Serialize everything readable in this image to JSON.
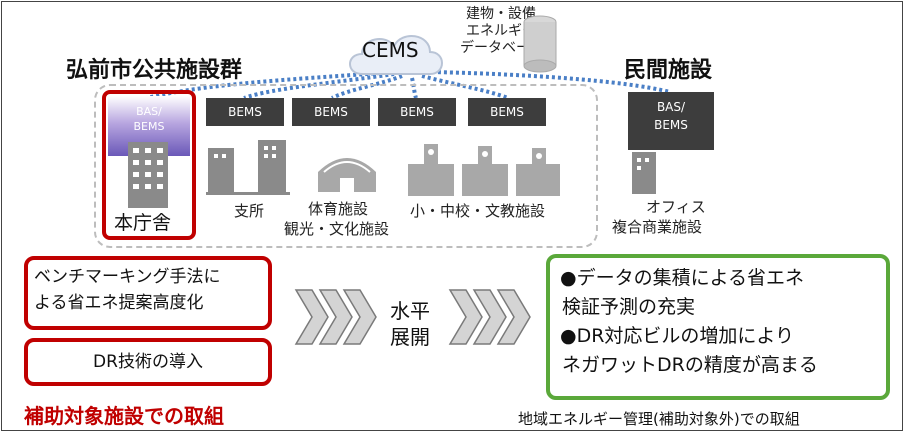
{
  "cems": {
    "label": "CEMS"
  },
  "database": {
    "lines": [
      "建物・設備",
      "エネルギー",
      "データベース"
    ]
  },
  "public_group": {
    "title": "弘前市公共施設群"
  },
  "private_group": {
    "title": "民間施設"
  },
  "systems": {
    "bas_main": [
      "BAS/",
      "BEMS"
    ],
    "bems_label": "BEMS",
    "bas_private": [
      "BAS/",
      "BEMS"
    ]
  },
  "buildings": {
    "honchosha": "本庁舎",
    "shisho": "支所",
    "taiiku": "体育施設",
    "kanko": "観光・文化施設",
    "school": "小・中校・文教施設",
    "office": "オフィス",
    "commercial": "複合商業施設"
  },
  "left_boxes": {
    "benchmark": [
      "ベンチマーキング手法に",
      "よる省エネ提案高度化"
    ],
    "dr": "DR技術の導入"
  },
  "center": {
    "lines": [
      "水平",
      "展開"
    ]
  },
  "right_box": {
    "item1": [
      "●データの集積による省エネ",
      "検証予測の充実"
    ],
    "item2": [
      "●DR対応ビルの増加により",
      "ネガワットDRの精度が高まる"
    ]
  },
  "footer": {
    "left": "補助対象施設での取組",
    "right": "地域エネルギー管理(補助対象外)での取組"
  },
  "colors": {
    "red": "#c00000",
    "green": "#5aa83a",
    "dark": "#3d3d3d",
    "link_blue": "#4a7fc6",
    "building_gray": "#8a8a8a"
  }
}
